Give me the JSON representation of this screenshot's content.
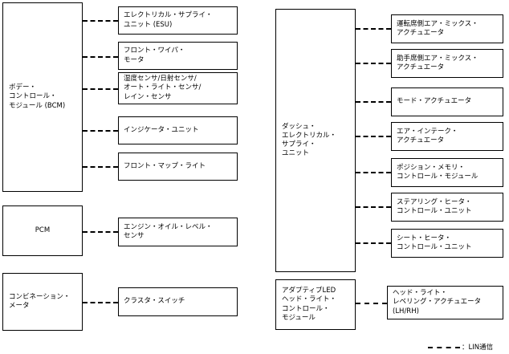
{
  "modules": {
    "bcm": "ボデー・\nコントロール・\nモジュール (BCM)",
    "pcm": "PCM",
    "combi": "コンビネーション・\nメータ",
    "desu": "ダッシュ・\nエレクトリカル・\nサプライ・\nユニット",
    "afs": "アダプティブLED\nヘッド・ライト・\nコントロール・\nモジュール"
  },
  "bcm_children": [
    "エレクトリカル・サプライ・\nユニット (ESU)",
    "フロント・ワイパ・\nモータ",
    "湿度センサ/日射センサ/\nオート・ライト・センサ/\nレイン・センサ",
    "インジケータ・ユニット",
    "フロント・マップ・ライト"
  ],
  "pcm_children": [
    "エンジン・オイル・レベル・\nセンサ"
  ],
  "combi_children": [
    "クラスタ・スイッチ"
  ],
  "desu_children": [
    "運転席側エア・ミックス・\nアクチュエータ",
    "助手席側エア・ミックス・\nアクチュエータ",
    "モード・アクチュエータ",
    "エア・インテーク・\nアクチュエータ",
    "ポジション・メモリ・\nコントロール・モジュール",
    "ステアリング・ヒータ・\nコントロール・ユニット",
    "シート・ヒータ・\nコントロール・ユニット"
  ],
  "afs_children": [
    "ヘッド・ライト・\nレベリング・アクチュエータ\n(LH/RH)"
  ],
  "legend": {
    "label": "：LIN通信"
  }
}
